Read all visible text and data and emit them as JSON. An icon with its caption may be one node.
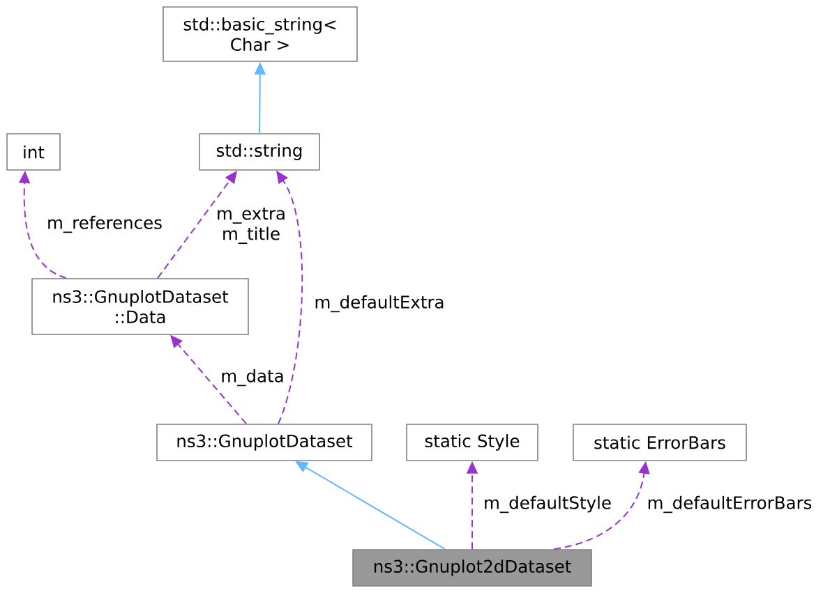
{
  "diagram": {
    "nodes": [
      {
        "text": [
          "std::basic_string< Char >"
        ]
      },
      {
        "text": [
          "int"
        ]
      },
      {
        "text": [
          "std::string"
        ]
      },
      {
        "text": [
          "ns3::GnuplotDataset ::Data"
        ]
      },
      {
        "text": [
          "ns3::GnuplotDataset"
        ]
      },
      {
        "text": [
          "static Style"
        ]
      },
      {
        "text": [
          "static ErrorBars"
        ]
      },
      {
        "text": [
          "ns3::Gnuplot2dDataset"
        ]
      }
    ],
    "edges": [
      {
        "from": 2,
        "to": 0,
        "arrow": "to",
        "color": "#63b8ff"
      },
      {
        "from": 3,
        "to": 1,
        "arrow": "to",
        "label": "m_references",
        "style": "dashed"
      },
      {
        "from": 3,
        "to": 2,
        "arrow": "to",
        "label": "m_extra m_title",
        "style": "dashed"
      },
      {
        "from": 4,
        "to": 2,
        "arrow": "to",
        "label": "m_defaultExtra",
        "style": "dashed"
      },
      {
        "from": 4,
        "to": 3,
        "arrow": "to",
        "label": "m_data",
        "style": "dashed"
      },
      {
        "from": 7,
        "to": 4,
        "arrow": "to",
        "color": "#63b8ff"
      },
      {
        "from": 7,
        "to": 5,
        "arrow": "to",
        "label": "m_defaultStyle",
        "style": "dashed"
      },
      {
        "from": 7,
        "to": 6,
        "arrow": "to",
        "label": "m_defaultErrorBars",
        "style": "dashed"
      }
    ]
  }
}
